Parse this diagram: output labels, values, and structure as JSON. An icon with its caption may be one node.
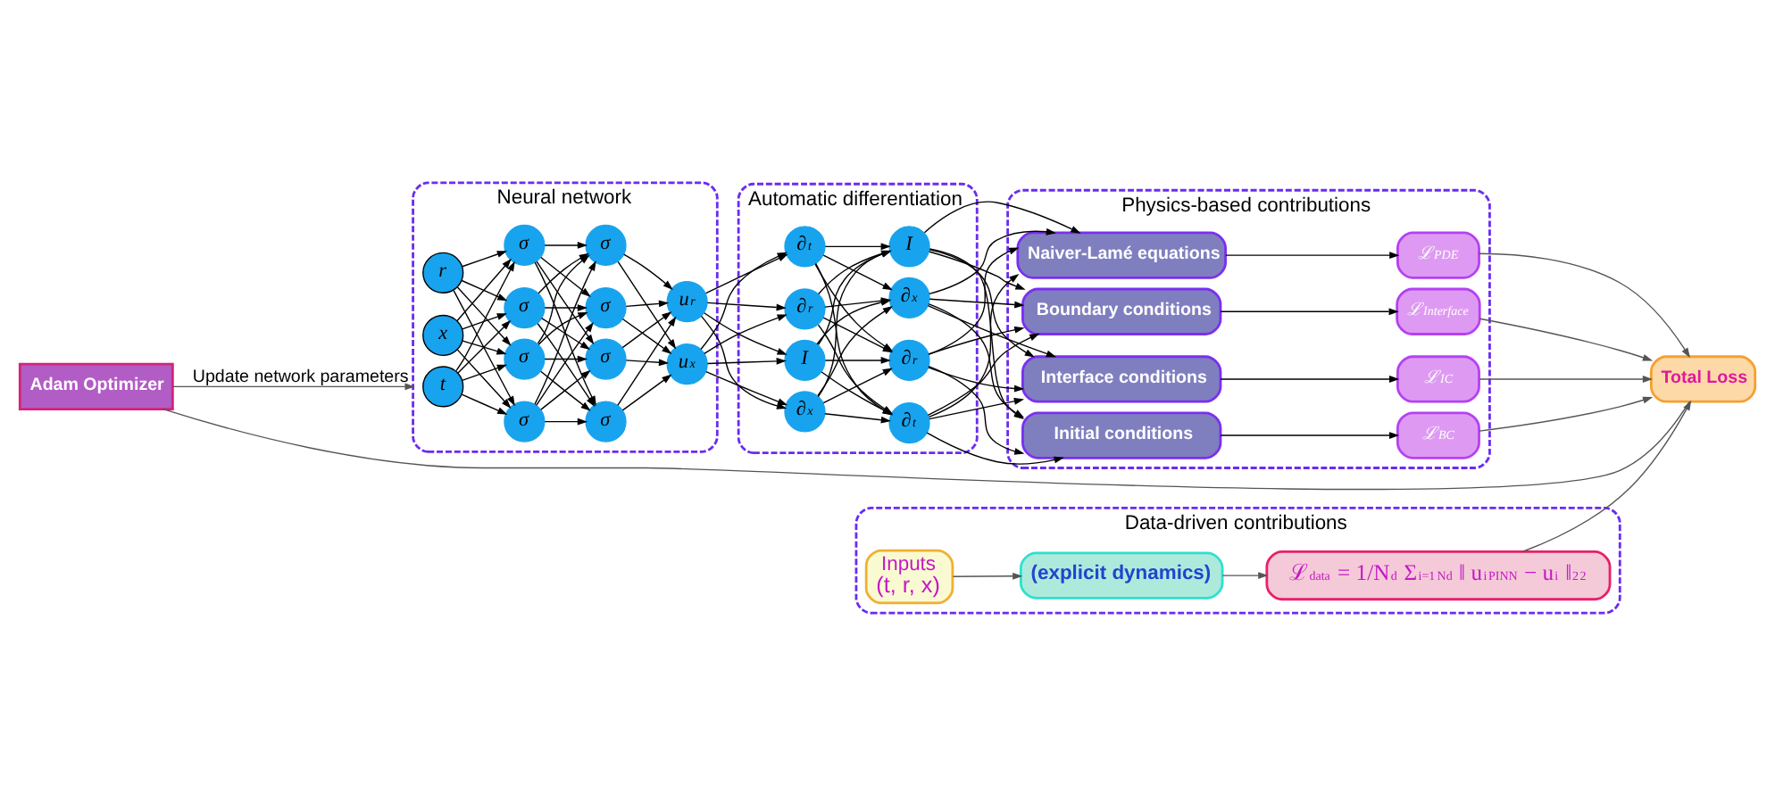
{
  "diagram": {
    "nodes": [
      {
        "text": [
          "Adam Optimizer"
        ]
      },
      {
        "text": [
          "Neural network"
        ]
      },
      {
        "text": [
          "t"
        ],
        "in": 1
      },
      {
        "text": [
          "r"
        ],
        "in": 1
      },
      {
        "text": [
          "x"
        ],
        "in": 1
      },
      {
        "text": [
          "σ"
        ],
        "in": 1
      },
      {
        "text": [
          "σ"
        ],
        "in": 1
      },
      {
        "text": [
          "σ"
        ],
        "in": 1
      },
      {
        "text": [
          "σ"
        ],
        "in": 1
      },
      {
        "text": [
          "σ"
        ],
        "in": 1
      },
      {
        "text": [
          "σ"
        ],
        "in": 1
      },
      {
        "text": [
          "σ"
        ],
        "in": 1
      },
      {
        "text": [
          "σ"
        ],
        "in": 1
      },
      {
        "text": [
          "u$_{r}$"
        ],
        "in": 1
      },
      {
        "text": [
          "u$_{x}$"
        ],
        "in": 1
      },
      {
        "text": [
          "Automatic differentiation"
        ]
      },
      {
        "text": [
          "I"
        ],
        "in": 15
      },
      {
        "text": [
          "∂$_{t}$"
        ],
        "in": 15
      },
      {
        "text": [
          "∂$_{r}$"
        ],
        "in": 15
      },
      {
        "text": [
          "∂$_{x}$"
        ],
        "in": 15
      },
      {
        "text": [
          "I"
        ],
        "in": 15
      },
      {
        "text": [
          "∂$_{t}$"
        ],
        "in": 15
      },
      {
        "text": [
          "∂$_{r}$"
        ],
        "in": 15
      },
      {
        "text": [
          "∂$_{x}$"
        ],
        "in": 15
      },
      {
        "text": [
          "Physics-based contributions"
        ]
      },
      {
        "text": [
          "Initial conditions"
        ],
        "in": 24
      },
      {
        "text": [
          "ℒ$_{BC}$"
        ],
        "in": 24
      },
      {
        "text": [
          "Boundary conditions"
        ],
        "in": 24
      },
      {
        "text": [
          "ℒ$_{Interface}$"
        ],
        "in": 24
      },
      {
        "text": [
          "Interface conditions"
        ],
        "in": 24
      },
      {
        "text": [
          "ℒ$_{IC}$"
        ],
        "in": 24
      },
      {
        "text": [
          "Naiver-Lamé equations"
        ],
        "in": 24
      },
      {
        "text": [
          "ℒ$_{PDE}$"
        ],
        "in": 24
      },
      {
        "text": [
          "Total Loss"
        ]
      },
      {
        "text": [
          "Data-driven contributions"
        ]
      },
      {
        "text": [
          "Inputs",
          "(t, r, x)"
        ],
        "in": 34
      },
      {
        "text": [
          "(explicit dynamics)"
        ],
        "in": 34
      },
      {
        "text": [
          "ℒ$_{data}$ = 1/N$_{d}$ Σ$_{i=1}$$^{Nd}$ ‖ u$_{i}$$^{PINN}$ − u$_{i}$ ‖$_{2}$$^{2}$"
        ],
        "in": 34
      }
    ],
    "edges": [
      {
        "from": 0,
        "to": 1,
        "arrow": "to",
        "label": "Update network parameters",
        "color": "#555555"
      },
      {
        "from": 2,
        "to": 5,
        "arrow": "to"
      },
      {
        "from": 2,
        "to": 6,
        "arrow": "to"
      },
      {
        "from": 2,
        "to": 7,
        "arrow": "to"
      },
      {
        "from": 2,
        "to": 8,
        "arrow": "to"
      },
      {
        "from": 3,
        "to": 5,
        "arrow": "to"
      },
      {
        "from": 3,
        "to": 6,
        "arrow": "to"
      },
      {
        "from": 3,
        "to": 7,
        "arrow": "to"
      },
      {
        "from": 3,
        "to": 8,
        "arrow": "to"
      },
      {
        "from": 4,
        "to": 5,
        "arrow": "to"
      },
      {
        "from": 4,
        "to": 6,
        "arrow": "to"
      },
      {
        "from": 4,
        "to": 7,
        "arrow": "to"
      },
      {
        "from": 4,
        "to": 8,
        "arrow": "to"
      },
      {
        "from": 5,
        "to": 9,
        "arrow": "to"
      },
      {
        "from": 5,
        "to": 10,
        "arrow": "to"
      },
      {
        "from": 5,
        "to": 11,
        "arrow": "to"
      },
      {
        "from": 5,
        "to": 12,
        "arrow": "to"
      },
      {
        "from": 6,
        "to": 9,
        "arrow": "to"
      },
      {
        "from": 6,
        "to": 10,
        "arrow": "to"
      },
      {
        "from": 6,
        "to": 11,
        "arrow": "to"
      },
      {
        "from": 6,
        "to": 12,
        "arrow": "to"
      },
      {
        "from": 7,
        "to": 9,
        "arrow": "to"
      },
      {
        "from": 7,
        "to": 10,
        "arrow": "to"
      },
      {
        "from": 7,
        "to": 11,
        "arrow": "to"
      },
      {
        "from": 7,
        "to": 12,
        "arrow": "to"
      },
      {
        "from": 8,
        "to": 9,
        "arrow": "to"
      },
      {
        "from": 8,
        "to": 10,
        "arrow": "to"
      },
      {
        "from": 8,
        "to": 11,
        "arrow": "to"
      },
      {
        "from": 8,
        "to": 12,
        "arrow": "to"
      },
      {
        "from": 9,
        "to": 13,
        "arrow": "to"
      },
      {
        "from": 9,
        "to": 14,
        "arrow": "to"
      },
      {
        "from": 10,
        "to": 13,
        "arrow": "to"
      },
      {
        "from": 10,
        "to": 14,
        "arrow": "to"
      },
      {
        "from": 11,
        "to": 13,
        "arrow": "to"
      },
      {
        "from": 11,
        "to": 14,
        "arrow": "to"
      },
      {
        "from": 12,
        "to": 13,
        "arrow": "to"
      },
      {
        "from": 12,
        "to": 14,
        "arrow": "to"
      },
      {
        "from": 13,
        "to": 16,
        "arrow": "to"
      },
      {
        "from": 13,
        "to": 17,
        "arrow": "to"
      },
      {
        "from": 13,
        "to": 18,
        "arrow": "to"
      },
      {
        "from": 13,
        "to": 19,
        "arrow": "to"
      },
      {
        "from": 14,
        "to": 16,
        "arrow": "to"
      },
      {
        "from": 14,
        "to": 17,
        "arrow": "to"
      },
      {
        "from": 14,
        "to": 18,
        "arrow": "to"
      },
      {
        "from": 14,
        "to": 19,
        "arrow": "to"
      },
      {
        "from": 16,
        "to": 20,
        "arrow": "to"
      },
      {
        "from": 16,
        "to": 21,
        "arrow": "to"
      },
      {
        "from": 16,
        "to": 22,
        "arrow": "to"
      },
      {
        "from": 16,
        "to": 23,
        "arrow": "to"
      },
      {
        "from": 17,
        "to": 20,
        "arrow": "to"
      },
      {
        "from": 17,
        "to": 21,
        "arrow": "to"
      },
      {
        "from": 17,
        "to": 22,
        "arrow": "to"
      },
      {
        "from": 17,
        "to": 23,
        "arrow": "to"
      },
      {
        "from": 18,
        "to": 20,
        "arrow": "to"
      },
      {
        "from": 18,
        "to": 21,
        "arrow": "to"
      },
      {
        "from": 18,
        "to": 22,
        "arrow": "to"
      },
      {
        "from": 18,
        "to": 23,
        "arrow": "to"
      },
      {
        "from": 19,
        "to": 20,
        "arrow": "to"
      },
      {
        "from": 19,
        "to": 21,
        "arrow": "to"
      },
      {
        "from": 19,
        "to": 22,
        "arrow": "to"
      },
      {
        "from": 19,
        "to": 23,
        "arrow": "to"
      },
      {
        "from": 20,
        "to": 25,
        "arrow": "to"
      },
      {
        "from": 20,
        "to": 27,
        "arrow": "to"
      },
      {
        "from": 20,
        "to": 29,
        "arrow": "to"
      },
      {
        "from": 20,
        "to": 31,
        "arrow": "to"
      },
      {
        "from": 21,
        "to": 25,
        "arrow": "to"
      },
      {
        "from": 21,
        "to": 27,
        "arrow": "to"
      },
      {
        "from": 21,
        "to": 29,
        "arrow": "to"
      },
      {
        "from": 21,
        "to": 31,
        "arrow": "to"
      },
      {
        "from": 22,
        "to": 25,
        "arrow": "to"
      },
      {
        "from": 22,
        "to": 27,
        "arrow": "to"
      },
      {
        "from": 22,
        "to": 29,
        "arrow": "to"
      },
      {
        "from": 22,
        "to": 31,
        "arrow": "to"
      },
      {
        "from": 23,
        "to": 25,
        "arrow": "to"
      },
      {
        "from": 23,
        "to": 27,
        "arrow": "to"
      },
      {
        "from": 23,
        "to": 29,
        "arrow": "to"
      },
      {
        "from": 23,
        "to": 31,
        "arrow": "to"
      },
      {
        "from": 25,
        "to": 26,
        "arrow": "to"
      },
      {
        "from": 27,
        "to": 28,
        "arrow": "to"
      },
      {
        "from": 29,
        "to": 30,
        "arrow": "to"
      },
      {
        "from": 31,
        "to": 32,
        "arrow": "to"
      },
      {
        "from": 26,
        "to": 33,
        "arrow": "to",
        "color": "#555555"
      },
      {
        "from": 28,
        "to": 33,
        "arrow": "to",
        "color": "#555555"
      },
      {
        "from": 30,
        "to": 33,
        "arrow": "to",
        "color": "#555555"
      },
      {
        "from": 32,
        "to": 33,
        "arrow": "to",
        "color": "#555555"
      },
      {
        "from": 37,
        "to": 33,
        "arrow": "to",
        "color": "#555555"
      },
      {
        "from": 33,
        "to": 0,
        "arrow": "none",
        "color": "#555555"
      },
      {
        "from": 35,
        "to": 36,
        "arrow": "to",
        "color": "#555555"
      },
      {
        "from": 36,
        "to": 37,
        "arrow": "to",
        "color": "#555555"
      }
    ]
  }
}
